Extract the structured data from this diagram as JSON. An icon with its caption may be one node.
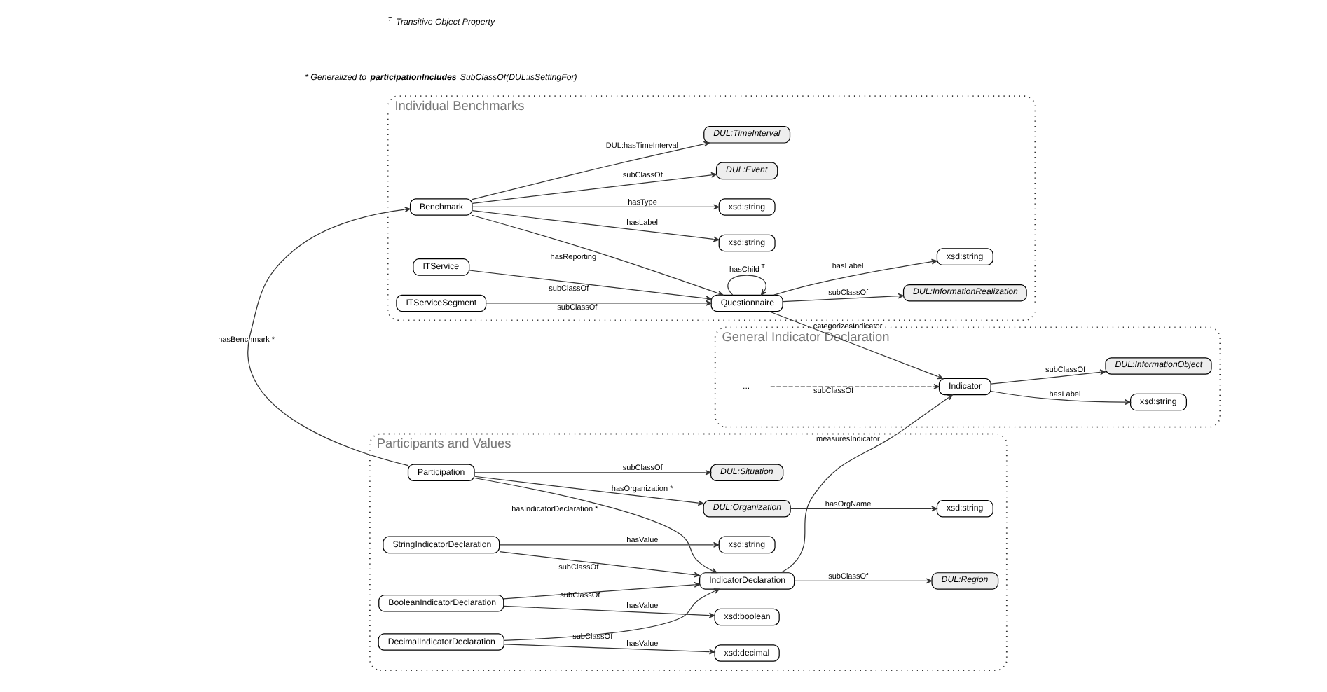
{
  "diagram": {
    "nodes": [
      {
        "text": [
          "Individual Benchmarks"
        ]
      },
      {
        "text": [
          "DUL:Event"
        ],
        "in": 0
      },
      {
        "text": [
          "DUL:TimeInterval"
        ],
        "in": 0
      },
      {
        "text": [
          "xsd:string"
        ],
        "in": 0
      },
      {
        "text": [
          "xsd:string"
        ],
        "in": 0
      },
      {
        "text": [
          "Benchmark"
        ],
        "in": 0
      },
      {
        "text": [
          "DUL:InformationRealization"
        ],
        "in": 0
      },
      {
        "text": [
          "Questionnaire"
        ],
        "in": 0
      },
      {
        "text": [
          "xsd:string"
        ],
        "in": 0
      },
      {
        "text": [
          "ITService"
        ],
        "in": 0
      },
      {
        "text": [
          "ITServiceSegment"
        ],
        "in": 0
      },
      {
        "text": [
          "Participants and Values"
        ]
      },
      {
        "text": [
          "DUL:Organization"
        ],
        "in": 11
      },
      {
        "text": [
          "xsd:string"
        ],
        "in": 11
      },
      {
        "text": [
          "Participation"
        ],
        "in": 11
      },
      {
        "text": [
          "DUL:Situation"
        ],
        "in": 11
      },
      {
        "text": [
          "IndicatorDeclaration"
        ],
        "in": 11
      },
      {
        "text": [
          "DUL:Region"
        ],
        "in": 11
      },
      {
        "text": [
          "StringIndicatorDeclaration"
        ],
        "in": 11
      },
      {
        "text": [
          "xsd:string"
        ],
        "in": 11
      },
      {
        "text": [
          "BooleanIndicatorDeclaration"
        ],
        "in": 11
      },
      {
        "text": [
          "xsd:boolean"
        ],
        "in": 11
      },
      {
        "text": [
          "DecimalIndicatorDeclaration"
        ],
        "in": 11
      },
      {
        "text": [
          "xsd:decimal"
        ],
        "in": 11
      },
      {
        "text": [
          "General Indicator Declaration"
        ]
      },
      {
        "text": [
          "xsd:string"
        ],
        "in": 24
      },
      {
        "text": [
          "DUL:InformationObject"
        ],
        "in": 24
      },
      {
        "text": [
          "Indicator"
        ],
        "in": 24
      },
      {
        "text": [
          "..."
        ],
        "in": 24
      }
    ],
    "edges": [
      {
        "from": 5,
        "to": 1,
        "arrow": "to",
        "label": "subClassOf"
      },
      {
        "from": 5,
        "to": 2,
        "arrow": "to",
        "label": "DUL:hasTimeInterval"
      },
      {
        "from": 5,
        "to": 3,
        "arrow": "to",
        "label": "hasLabel"
      },
      {
        "from": 5,
        "to": 4,
        "arrow": "to",
        "label": "hasType"
      },
      {
        "from": 14,
        "to": 5,
        "arrow": "to",
        "label": "hasBenchmark *"
      },
      {
        "from": 5,
        "to": 7,
        "arrow": "to",
        "label": "hasReporting"
      },
      {
        "from": 7,
        "to": 6,
        "arrow": "to",
        "label": "subClassOf"
      },
      {
        "from": 7,
        "to": 7,
        "arrow": "to",
        "label": "hasChild$^{T}$"
      },
      {
        "from": 7,
        "to": 8,
        "arrow": "to",
        "label": "hasLabel"
      },
      {
        "from": 9,
        "to": 7,
        "arrow": "to",
        "label": "subClassOf"
      },
      {
        "from": 10,
        "to": 7,
        "arrow": "to",
        "label": "subClassOf"
      },
      {
        "from": 7,
        "to": 27,
        "arrow": "to",
        "label": "categorizesIndicator"
      },
      {
        "from": 16,
        "to": 27,
        "arrow": "to",
        "label": "measuresIndicator"
      },
      {
        "from": 12,
        "to": 13,
        "arrow": "to",
        "label": "hasOrgName"
      },
      {
        "from": 14,
        "to": 12,
        "arrow": "to",
        "label": "hasOrganization *"
      },
      {
        "from": 14,
        "to": 15,
        "arrow": "to",
        "label": "subClassOf"
      },
      {
        "from": 14,
        "to": 16,
        "arrow": "to",
        "label": "hasIndicatorDeclaration *"
      },
      {
        "from": 16,
        "to": 17,
        "arrow": "to",
        "label": "subClassOf"
      },
      {
        "from": 18,
        "to": 16,
        "arrow": "to",
        "label": "subClassOf"
      },
      {
        "from": 20,
        "to": 16,
        "arrow": "to",
        "label": "subClassOf"
      },
      {
        "from": 22,
        "to": 16,
        "arrow": "to",
        "label": "subClassOf"
      },
      {
        "from": 18,
        "to": 19,
        "arrow": "to",
        "label": "hasValue"
      },
      {
        "from": 20,
        "to": 21,
        "arrow": "to",
        "label": "hasValue"
      },
      {
        "from": 22,
        "to": 23,
        "arrow": "to",
        "label": "hasValue"
      },
      {
        "from": 27,
        "to": 25,
        "arrow": "to",
        "label": "hasLabel"
      },
      {
        "from": 27,
        "to": 26,
        "arrow": "to",
        "label": "subClassOf"
      },
      {
        "from": 28,
        "to": 27,
        "arrow": "to",
        "label": "subClassOf",
        "style": "dashed"
      }
    ],
    "labels": [
      "$^{T}$ Transitive Object Property",
      "* Generalized to **participationIncludes** SubClassOf(DUL:isSettingFor)"
    ]
  }
}
